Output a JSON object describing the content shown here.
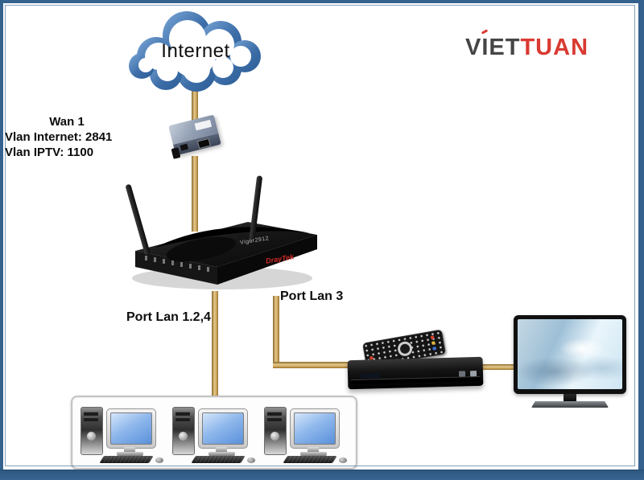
{
  "cloud": {
    "label": "Internet"
  },
  "wan_label": {
    "line1": "Wan 1",
    "line2": "Vlan Internet: 2841",
    "line3": "Vlan IPTV: 1100"
  },
  "router": {
    "brand": "DrayTek",
    "model": "Vigor2912"
  },
  "port_labels": {
    "lan124": "Port Lan 1.2,4",
    "lan3": "Port Lan 3"
  },
  "logo": {
    "viet_v": "V",
    "viet_rest": "IET",
    "tuan": "TUAN"
  },
  "colors": {
    "frame_blue": "#35618e",
    "cable_gold": "#c79b4e",
    "cloud_blue": "#2e6096",
    "logo_dark": "#454547",
    "logo_red": "#d93a32"
  },
  "icons": {
    "internet-cloud": "cloud-shape",
    "media-converter": "small-converter-box",
    "wireless-router": "two-antenna-router",
    "set-top-box": "stb-with-remote",
    "tv": "flatscreen-tv",
    "computer": "desktop-pc-with-monitor"
  }
}
